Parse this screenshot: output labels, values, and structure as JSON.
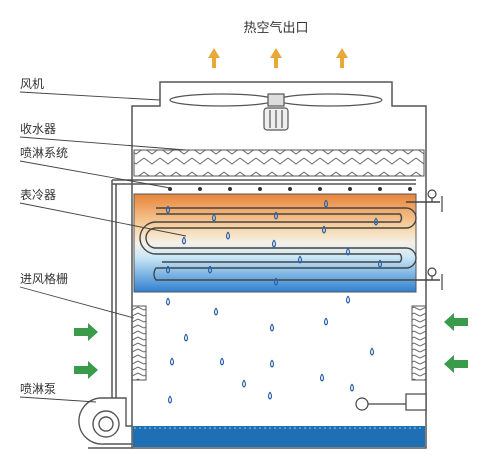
{
  "title": "热空气出口",
  "labels": {
    "fan": "风机",
    "collector": "收水器",
    "spray_system": "喷淋系统",
    "surface_cooler": "表冷器",
    "inlet_grille": "进风格栅",
    "spray_pump": "喷淋泵"
  },
  "colors": {
    "outline": "#555555",
    "up_arrow": "#e8a838",
    "in_arrow": "#3a9b4a",
    "water": "#1f6fb5",
    "coil_hot": "#e8843a",
    "coil_cold": "#2f7fd0",
    "drop": "#2a62a8"
  },
  "icons": [
    "up-arrow-icon",
    "in-arrow-icon",
    "water-drop-icon",
    "motor-icon",
    "valve-icon",
    "float-valve-icon"
  ]
}
